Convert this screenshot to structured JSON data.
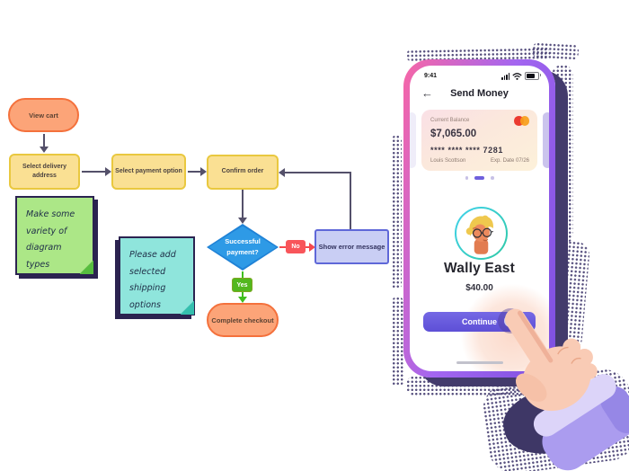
{
  "flowchart": {
    "nodes": {
      "view_cart": {
        "label": "View cart",
        "type": "terminator"
      },
      "select_delivery": {
        "label": "Select delivery address",
        "type": "process"
      },
      "select_payment": {
        "label": "Select payment option",
        "type": "process"
      },
      "confirm_order": {
        "label": "Confirm order",
        "type": "process"
      },
      "successful_payment": {
        "label": "Successful payment?",
        "type": "decision"
      },
      "show_error": {
        "label": "Show error message",
        "type": "process"
      },
      "complete_checkout": {
        "label": "Complete checkout",
        "type": "terminator"
      }
    },
    "edge_labels": {
      "no": "No",
      "yes": "Yes"
    },
    "notes": {
      "green": {
        "text": "Make some variety of diagram types",
        "color": "#ACE787"
      },
      "teal": {
        "text": "Please add selected shipping options",
        "color": "#8FE5DC"
      }
    },
    "colors": {
      "terminator_fill": "#FCA478",
      "terminator_border": "#F4713C",
      "process_fill": "#FAE093",
      "process_border": "#E9C83F",
      "decision_fill": "#2E9AE6",
      "error_fill": "#C9CEF4",
      "error_border": "#5F68D8",
      "connector": "#54506A",
      "no_color": "#F5484D",
      "yes_color": "#3FBE1E",
      "note_border": "#2B2350"
    }
  },
  "phone": {
    "status_bar": {
      "time": "9:41",
      "icons": [
        "signal-icon",
        "wifi-icon",
        "battery-icon"
      ]
    },
    "header": {
      "back_glyph": "←",
      "back_icon": "arrow-left-icon",
      "title": "Send Money"
    },
    "balance_card": {
      "label": "Current Balance",
      "amount": "$7,065.00",
      "number_masked": "**** **** **** 7281",
      "holder": "Louis Scottson",
      "expiry": "Exp. Date 07/26",
      "brand_icon": "mastercard-icon"
    },
    "carousel": {
      "page_count": 3,
      "active_page": 2
    },
    "recipient": {
      "name": "Wally East",
      "amount": "$40.00",
      "avatar_icon": "person-avatar"
    },
    "actions": {
      "continue_label": "Continue"
    },
    "colors": {
      "frame_gradient_start": "#F766A6",
      "frame_gradient_end": "#7C4FE0",
      "button": "#6456DC",
      "accent": "#6F60DD",
      "avatar_ring": "#35C8DC",
      "glow": "#F6A783",
      "noise": "#3E3766"
    }
  }
}
